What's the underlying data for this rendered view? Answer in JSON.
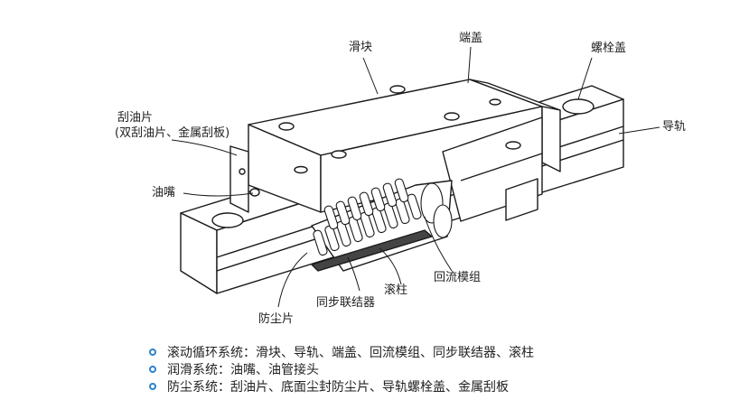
{
  "labels": {
    "slider": "滑块",
    "end_cap": "端盖",
    "bolt_cap": "螺栓盖",
    "rail": "导轨",
    "scraper": "刮油片",
    "scraper_detail": "(双刮油片、金属刮板)",
    "grease_nipple": "油嘴",
    "recirculation": "回流模组",
    "roller": "滚柱",
    "retainer": "同步联结器",
    "dust_strip": "防尘片"
  },
  "legend": [
    {
      "text": "滚动循环系统：滑块、导轨、端盖、回流模组、同步联结器、滚柱"
    },
    {
      "text": "润滑系统：油嘴、油管接头"
    },
    {
      "text": "防尘系统：刮油片、底面尘封防尘片、导轨螺栓盖、金属刮板"
    }
  ],
  "colors": {
    "bullet": "#2c82c9",
    "line": "#1a1a1a"
  }
}
